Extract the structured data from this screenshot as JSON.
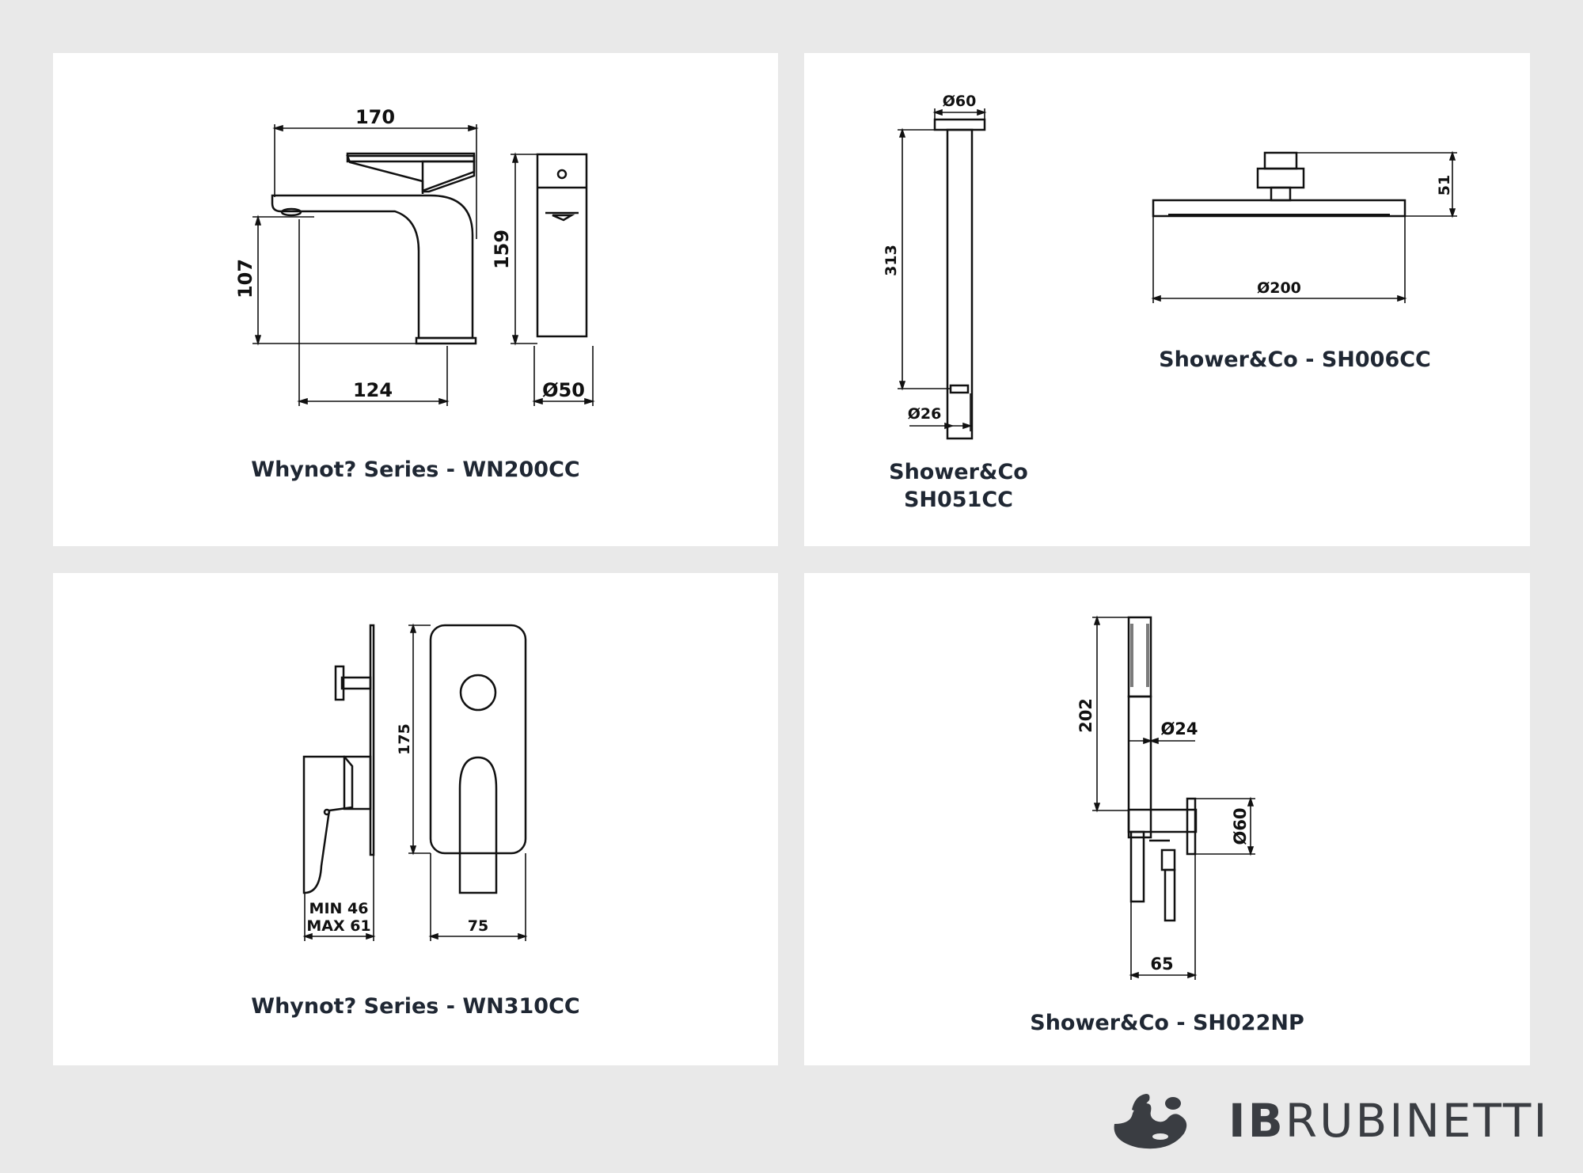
{
  "panels": [
    {
      "caption": "Whynot? Series - WN200CC",
      "dims": {
        "width": "170",
        "height_spout": "107",
        "height_total": "159",
        "reach": "124",
        "base": "Ø50"
      }
    },
    {
      "caption_line1": "Shower&Co",
      "caption_line2": "SH051CC",
      "dims": {
        "flange": "Ø60",
        "length": "313",
        "pipe": "Ø26"
      }
    },
    {
      "caption": "Shower&Co - SH006CC",
      "dims": {
        "height": "51",
        "diameter": "Ø200"
      }
    },
    {
      "caption": "Whynot? Series - WN310CC",
      "dims": {
        "min": "MIN 46",
        "max": "MAX 61",
        "height": "175",
        "width": "75"
      }
    },
    {
      "caption": "Shower&Co - SH022NP",
      "dims": {
        "length": "202",
        "handle": "Ø24",
        "bracket": "Ø60",
        "depth": "65"
      }
    }
  ],
  "brand": {
    "bold": "IB",
    "light": "RUBINETTI"
  },
  "colors": {
    "background": "#e9e9e9",
    "panel": "#ffffff",
    "ink": "#111111",
    "caption": "#1f2733",
    "logo": "#3a3d42"
  }
}
